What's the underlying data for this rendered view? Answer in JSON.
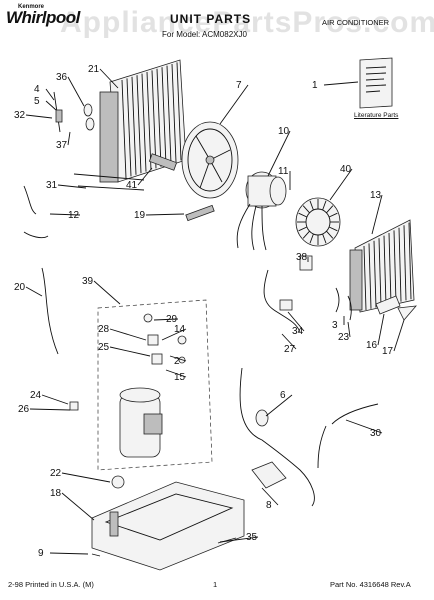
{
  "header": {
    "brand": "Whirlpool",
    "brand_small": "Kenmore",
    "title": "UNIT PARTS",
    "model": "For Model: ACM082XJ0",
    "product": "AIR CONDITIONER",
    "watermark": "AppliancePartsPros.com"
  },
  "literature": {
    "label": "Literature Parts"
  },
  "footer": {
    "left": "2-98 Printed in U.S.A. (M)",
    "page": "1",
    "right": "Part No. 4316648 Rev.A"
  },
  "callouts": [
    "1",
    "2",
    "3",
    "4",
    "5",
    "6",
    "7",
    "8",
    "9",
    "10",
    "11",
    "12",
    "13",
    "14",
    "15",
    "16",
    "17",
    "18",
    "19",
    "20",
    "21",
    "22",
    "23",
    "24",
    "25",
    "26",
    "27",
    "28",
    "29",
    "30",
    "31",
    "32",
    "34",
    "35",
    "36",
    "37",
    "38",
    "39",
    "40",
    "41"
  ],
  "colors": {
    "ink": "#111111",
    "paper": "#ffffff",
    "watermark": "#969696"
  }
}
